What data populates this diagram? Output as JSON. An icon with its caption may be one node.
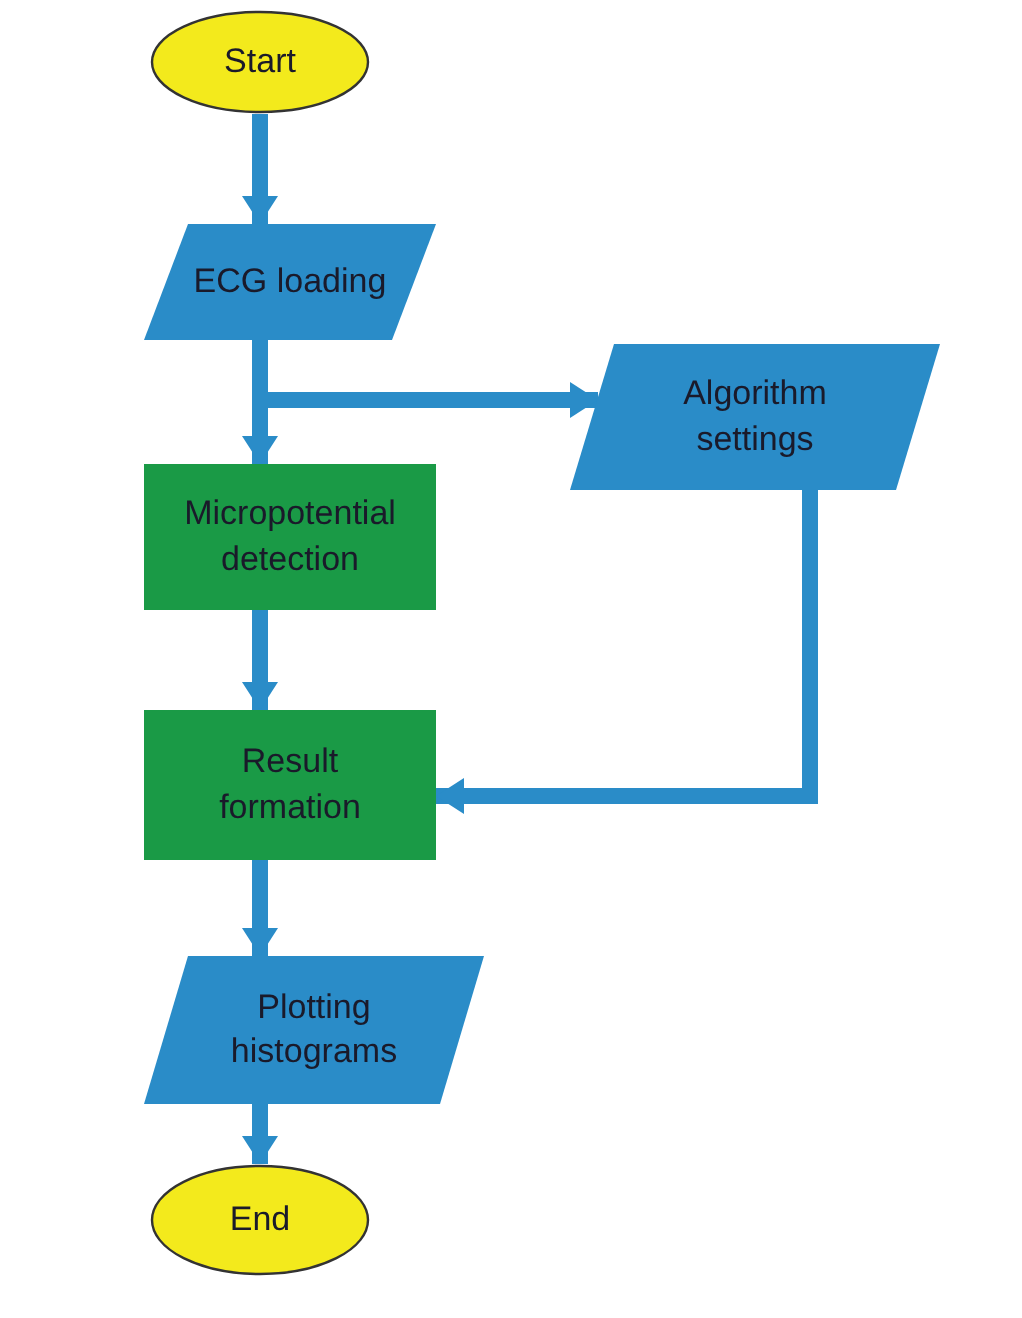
{
  "diagram": {
    "nodes": [
      {
        "text": [
          "Start"
        ]
      },
      {
        "text": [
          "ECG loading"
        ]
      },
      {
        "text": [
          "Micropotential detection"
        ]
      },
      {
        "text": [
          "Algorithm settings"
        ]
      },
      {
        "text": [
          "Result formation"
        ]
      },
      {
        "text": [
          "Plotting histograms"
        ]
      },
      {
        "text": [
          "End"
        ]
      }
    ],
    "edges": [
      {
        "from": 0,
        "to": 1,
        "arrow": "to"
      },
      {
        "from": 1,
        "to": 2,
        "arrow": "to"
      },
      {
        "from": 1,
        "to": 3,
        "arrow": "to"
      },
      {
        "from": 2,
        "to": 4,
        "arrow": "to"
      },
      {
        "from": 3,
        "to": 4,
        "arrow": "to"
      },
      {
        "from": 4,
        "to": 5,
        "arrow": "to"
      },
      {
        "from": 5,
        "to": 6,
        "arrow": "to"
      }
    ]
  }
}
